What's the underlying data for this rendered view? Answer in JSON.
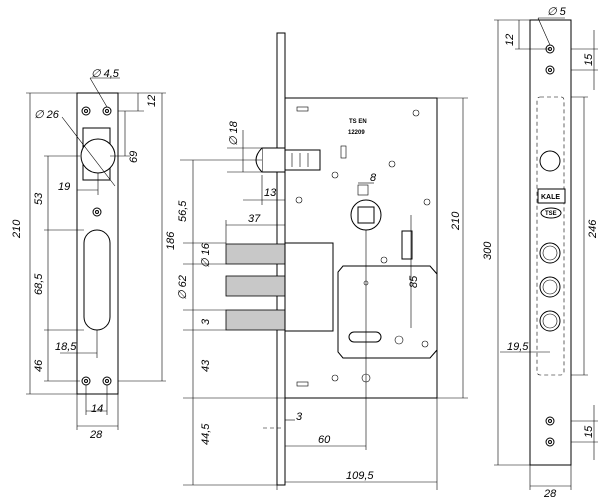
{
  "left_view": {
    "dims": {
      "d_small": "∅ 4,5",
      "d_large": "∅ 26",
      "top_offset": "12",
      "cyl_offset": "69",
      "width_19": "19",
      "overall": "210",
      "d53": "53",
      "d186": "186",
      "d68_5": "68,5",
      "d46": "46",
      "d18_5": "18,5",
      "d14": "14",
      "d28": "28"
    }
  },
  "middle_view": {
    "plate_text_1": "TS EN",
    "plate_text_2": "12209",
    "dims": {
      "d18": "∅ 18",
      "d13": "13",
      "d56_5": "56,5",
      "d37": "37",
      "d8": "8",
      "d16": "∅ 16",
      "d62": "∅ 62",
      "d3_bolt": "3",
      "d85": "85",
      "d43": "43",
      "d3_face": "3",
      "d44_5": "44,5",
      "d60": "60",
      "d109_5": "109,5",
      "d210": "210"
    }
  },
  "right_view": {
    "logo_top": "KALE",
    "logo_bottom": "TSE",
    "dims": {
      "d5": "∅ 5",
      "d12": "12",
      "d15_top": "15",
      "d246": "246",
      "d300": "300",
      "d19_5": "19,5",
      "d15_bottom": "15",
      "d28": "28"
    }
  }
}
